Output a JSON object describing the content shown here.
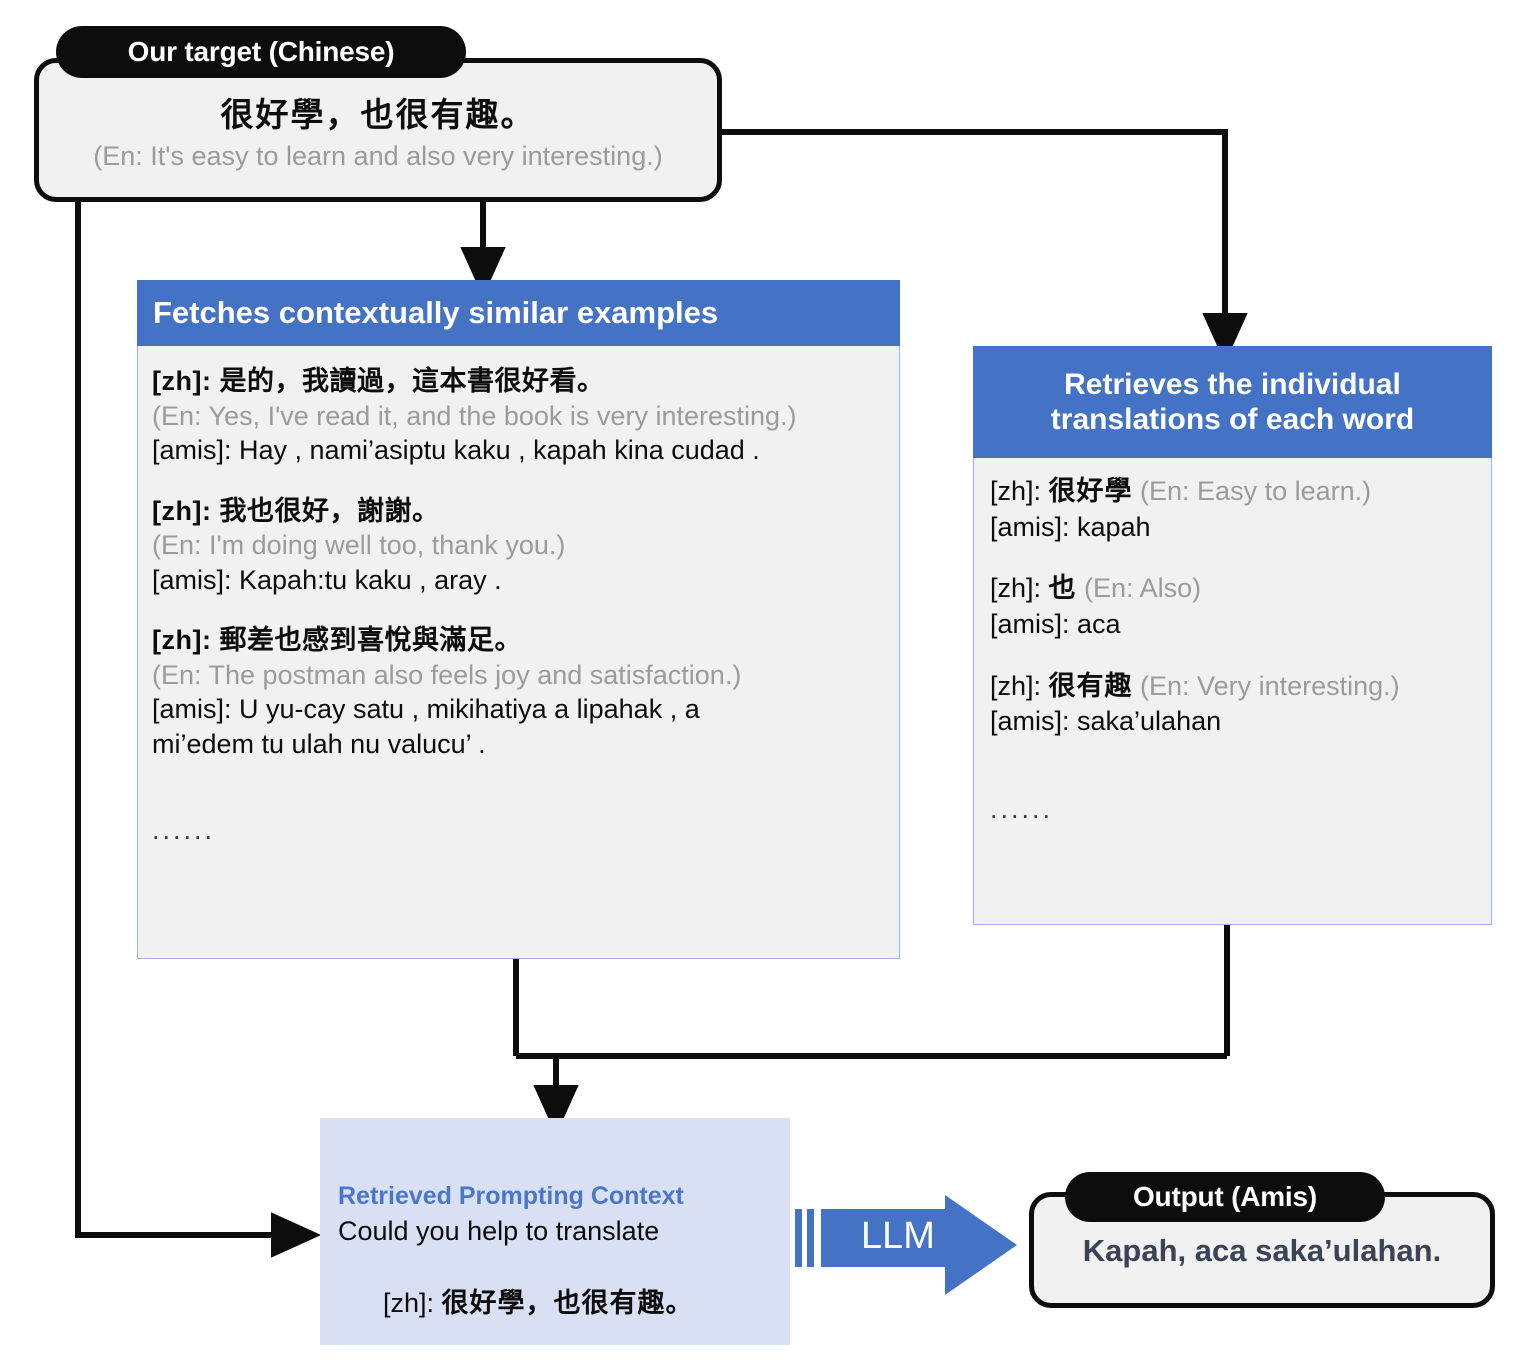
{
  "target": {
    "pill_label": "Our target (Chinese)",
    "zh": "很好學，也很有趣。",
    "en": "(En: It's easy to learn and also very interesting.)"
  },
  "left_panel": {
    "header": "Fetches contextually similar examples",
    "examples": [
      {
        "zh": "[zh]: 是的，我讀過，這本書很好看。",
        "en": "(En: Yes, I've read it, and the book is very interesting.)",
        "amis": "[amis]: Hay , nami’asiptu kaku , kapah kina cudad ."
      },
      {
        "zh": "[zh]: 我也很好，謝謝。",
        "en": "(En: I'm doing well too, thank you.)",
        "amis": "[amis]: Kapah:tu kaku , aray ."
      },
      {
        "zh": "[zh]: 郵差也感到喜悅與滿足。",
        "en": "(En: The postman also feels joy and satisfaction.)",
        "amis": "[amis]: U yu-cay satu , mikihatiya a lipahak , a\nmi’edem tu ulah nu valucu’ ."
      }
    ],
    "ellipsis": "......"
  },
  "right_panel": {
    "header": "Retrieves the individual translations of each word",
    "entries": [
      {
        "zh_prefix": "[zh]: ",
        "zh_word": "很好學",
        "en": " (En: Easy to learn.)",
        "amis": "[amis]: kapah"
      },
      {
        "zh_prefix": "[zh]: ",
        "zh_word": "也",
        "en": " (En: Also)",
        "amis": "[amis]: aca"
      },
      {
        "zh_prefix": "[zh]: ",
        "zh_word": "很有趣",
        "en": " (En: Very interesting.)",
        "amis": "[amis]: saka’ulahan"
      }
    ],
    "ellipsis": "......"
  },
  "context": {
    "title": "Retrieved Prompting Context",
    "line1": "Could you help to translate",
    "line2_prefix": "[zh]: ",
    "line2_zh": "很好學，也很有趣。"
  },
  "llm": {
    "label": "LLM"
  },
  "output": {
    "pill_label": "Output (Amis)",
    "text": "Kapah, aca saka’ulahan."
  },
  "colors": {
    "header_blue": "#4472C4",
    "context_bg": "#D9E0F3",
    "context_title": "#4A77C9",
    "panel_bg": "#F1F1F1",
    "gloss_gray": "#9B9B9B",
    "pill_black": "#0D0D0D",
    "output_text": "#3B4456"
  }
}
